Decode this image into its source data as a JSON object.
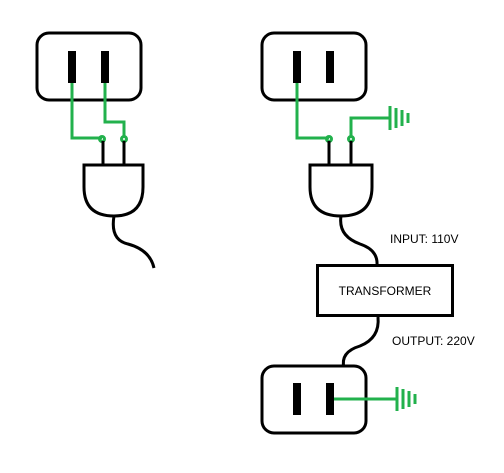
{
  "labels": {
    "input": "INPUT: 110V",
    "output": "OUTPUT: 220V",
    "transformer": "TRANSFORMER"
  },
  "colors": {
    "outline": "#000000",
    "wire": "#22b14c",
    "background": "#ffffff"
  },
  "icons": [
    "outlet-icon",
    "plug-icon",
    "ground-symbol-icon"
  ]
}
